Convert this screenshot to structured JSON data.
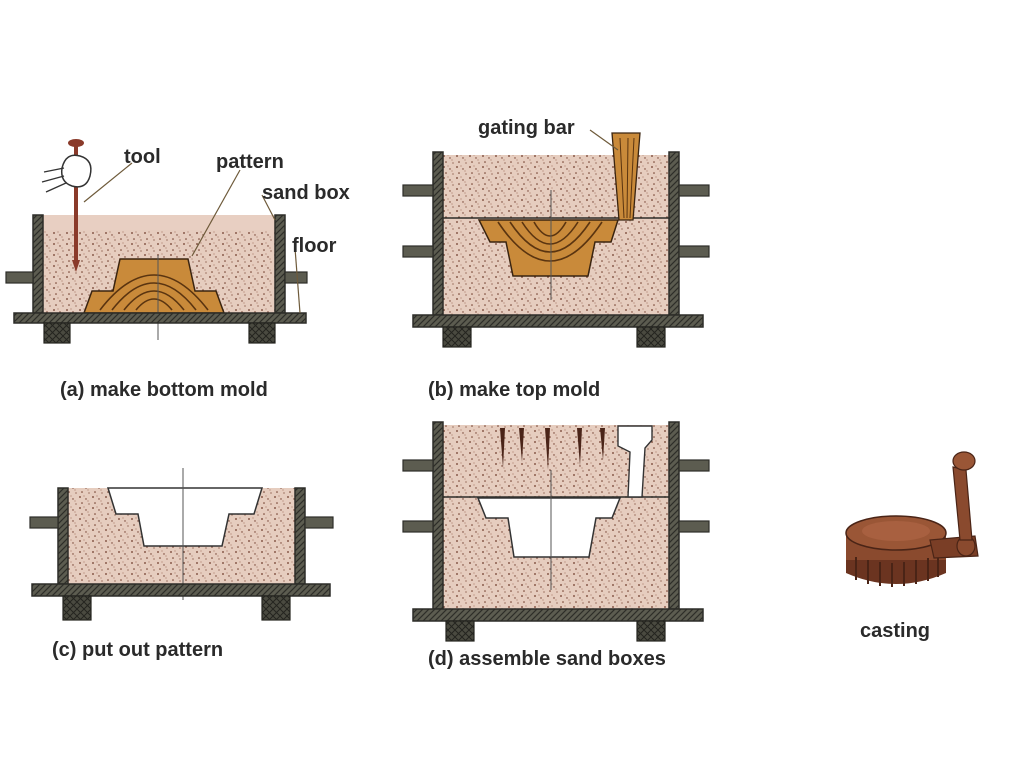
{
  "labels": {
    "tool": "tool",
    "pattern": "pattern",
    "sand_box": "sand box",
    "floor": "floor",
    "gating_bar": "gating bar",
    "casting": "casting"
  },
  "captions": {
    "a": "(a) make bottom mold",
    "b": "(b) make top mold",
    "c": "(c) put out pattern",
    "d": "(d) assemble sand boxes"
  },
  "colors": {
    "sand": "#e6cdbf",
    "sand_dot": "#6e3a2a",
    "frame": "#4a4a40",
    "wood": "#c98a3a",
    "wood_grain": "#5a3410",
    "casting": "#8a4a2e",
    "cavity": "#ffffff",
    "text": "#2a2a2a"
  }
}
